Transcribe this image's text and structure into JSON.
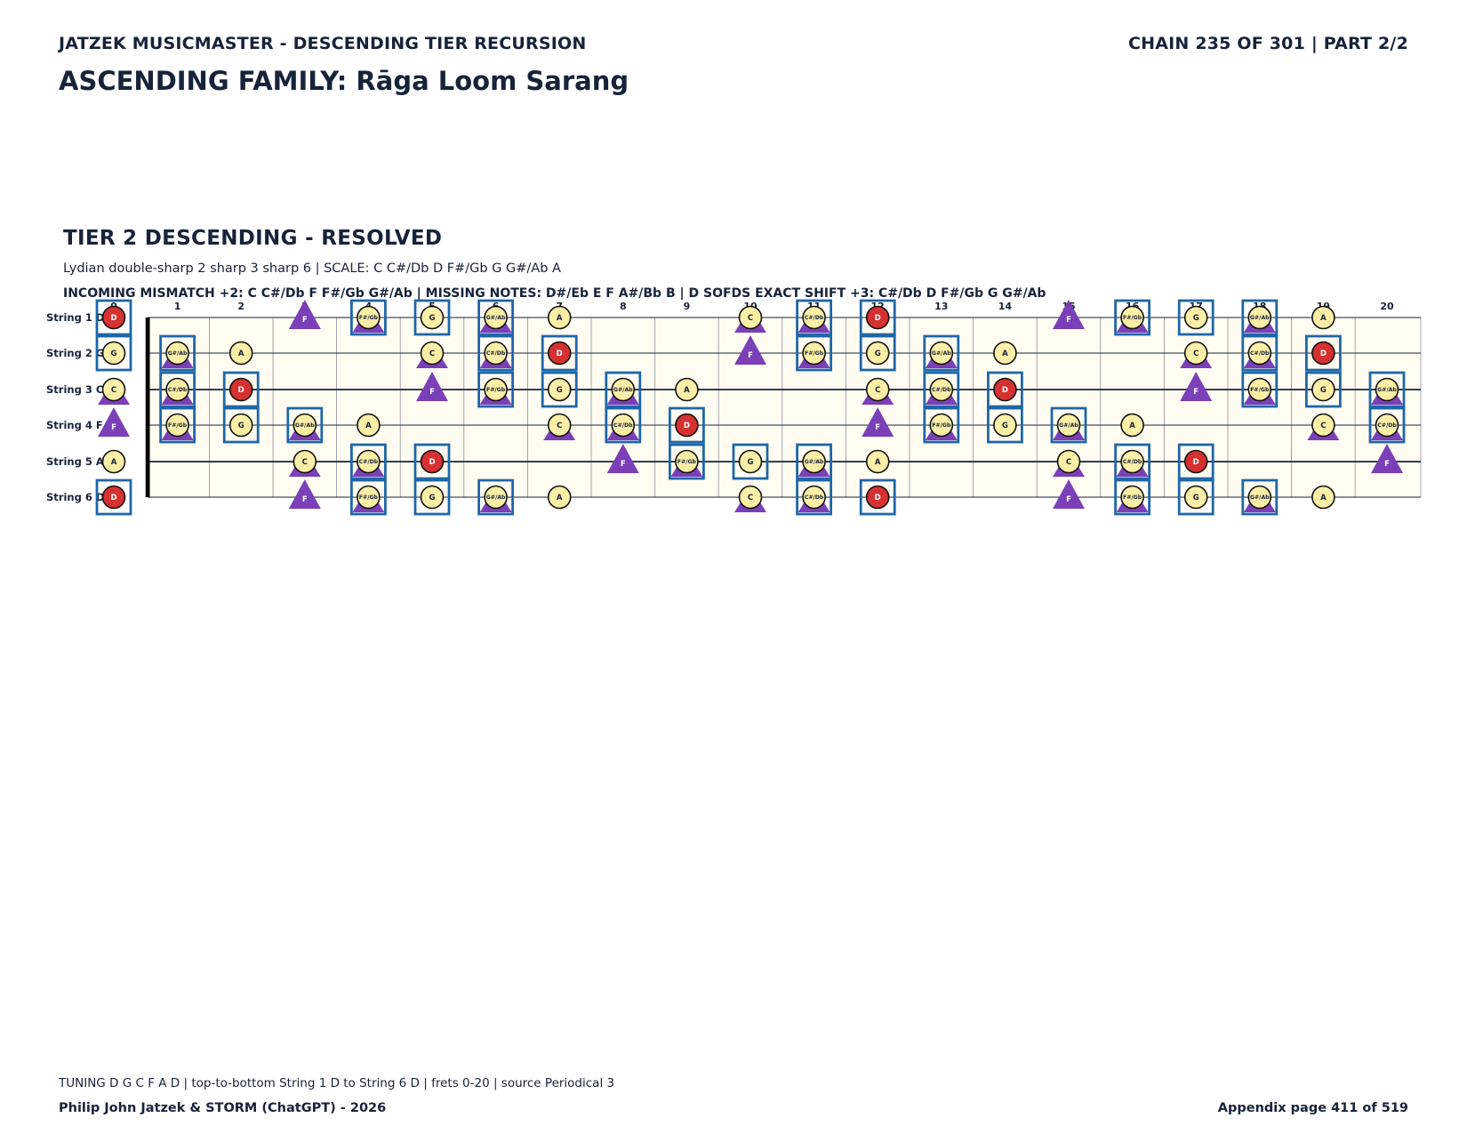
{
  "header": {
    "series_title": "JATZEK MUSICMASTER - DESCENDING TIER RECURSION",
    "chain_info": "CHAIN 235 OF 301  |  PART 2/2",
    "family": "ASCENDING FAMILY: Rāga Loom Sarang"
  },
  "tier": {
    "title": "TIER 2 DESCENDING - RESOLVED",
    "scale_line": "Lydian double-sharp 2 sharp 3 sharp 6  |  SCALE: C C#/Db D F#/Gb G G#/Ab A",
    "analysis_line": "INCOMING MISMATCH +2: C C#/Db F F#/Gb G#/Ab  |  MISSING NOTES: D#/Eb E F A#/Bb B  |  D SOFDS EXACT SHIFT +3: C#/Db D F#/Gb G G#/Ab"
  },
  "fretboard": {
    "tuning": [
      "D",
      "G",
      "C",
      "F",
      "A",
      "D"
    ],
    "string_labels": [
      "String 1 D",
      "String 2 G",
      "String 3 C",
      "String 4 F",
      "String 5 A",
      "String 6 D"
    ],
    "fret_numbers": [
      "0",
      "1",
      "2",
      "3",
      "4",
      "5",
      "6",
      "7",
      "8",
      "9",
      "10",
      "11",
      "12",
      "13",
      "14",
      "15",
      "16",
      "17",
      "18",
      "19",
      "20"
    ],
    "scale_notes": [
      "C",
      "C#/Db",
      "D",
      "F#/Gb",
      "G",
      "G#/Ab",
      "A"
    ],
    "incoming_notes": [
      "C",
      "C#/Db",
      "F",
      "F#/Gb",
      "G#/Ab"
    ],
    "boxed_notes": [
      "C#/Db",
      "D",
      "F#/Gb",
      "G",
      "G#/Ab"
    ],
    "root": "D",
    "chromatic": [
      "C",
      "C#/Db",
      "D",
      "D#/Eb",
      "E",
      "F",
      "F#/Gb",
      "G",
      "G#/Ab",
      "A",
      "A#/Bb",
      "B"
    ],
    "colors": {
      "scale_fill": "#fbeea6",
      "root_fill": "#d63131",
      "triangle": "#7b3fb8",
      "box": "#1f66a8",
      "board": "#fffdf2",
      "line": "#16233a"
    }
  },
  "footer": {
    "note": "TUNING D G C F A D | top-to-bottom String 1 D to String 6 D | frets 0-20 | source Periodical 3",
    "credit": "Philip John Jatzek & STORM (ChatGPT) - 2026",
    "page": "Appendix page 411 of 519"
  }
}
